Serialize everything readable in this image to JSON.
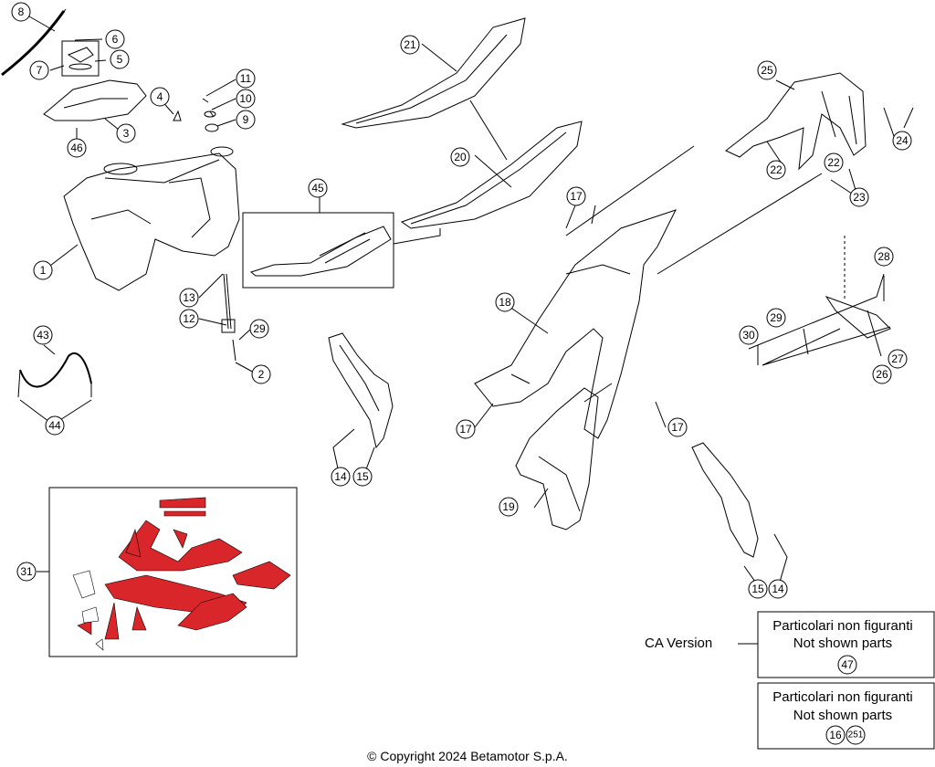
{
  "callouts": [
    "1",
    "2",
    "3",
    "4",
    "5",
    "6",
    "7",
    "8",
    "9",
    "10",
    "11",
    "12",
    "13",
    "14",
    "15",
    "17",
    "18",
    "19",
    "20",
    "21",
    "22",
    "23",
    "24",
    "25",
    "26",
    "27",
    "28",
    "29",
    "30",
    "31",
    "43",
    "44",
    "45",
    "46"
  ],
  "boxes": {
    "ca": {
      "version_label": "CA Version",
      "line1": "Particolari non figuranti",
      "line2": "Not shown parts",
      "parts": [
        "47"
      ]
    },
    "other": {
      "line1": "Particolari non figuranti",
      "line2": "Not shown parts",
      "parts": [
        "16",
        "251"
      ]
    }
  },
  "copyright": "© Copyright 2024 Betamotor S.p.A.",
  "colors": {
    "decal_red": "#d9262a",
    "line": "#000000"
  }
}
